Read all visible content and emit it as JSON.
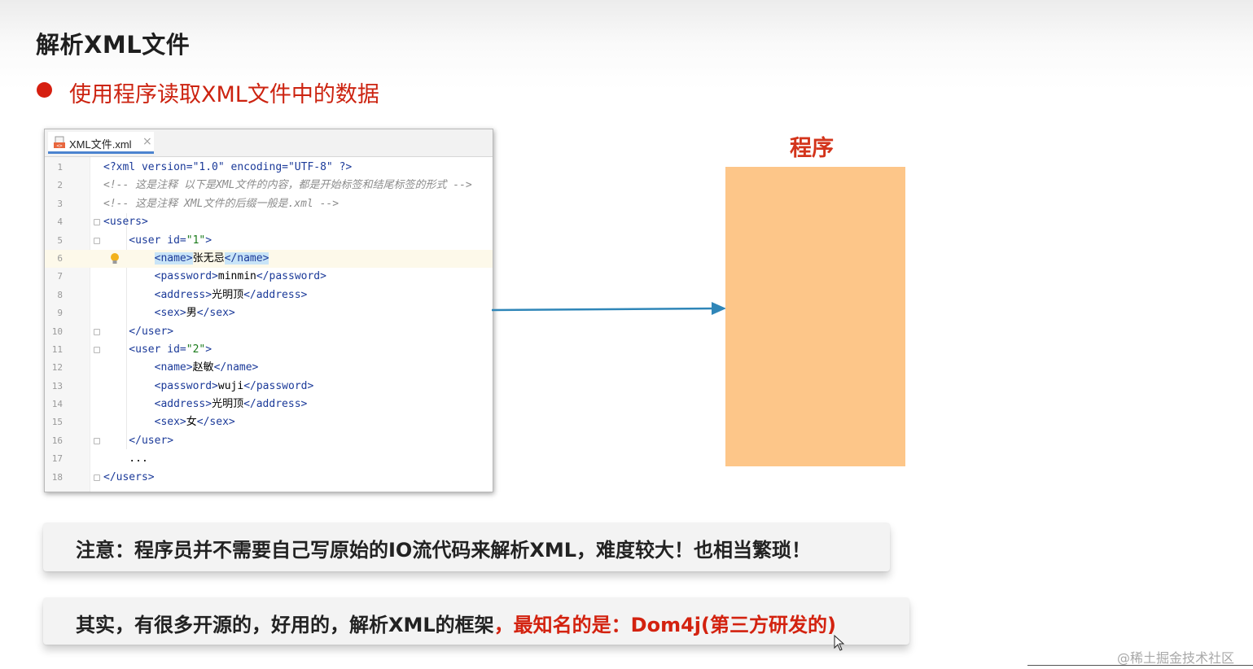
{
  "slide": {
    "title": "解析XML文件",
    "bullet": "使用程序读取XML文件中的数据",
    "program_label": "程序",
    "note1": "注意：程序员并不需要自己写原始的IO流代码来解析XML，难度较大！也相当繁琐！",
    "note2_black": "其实，有很多开源的，好用的，解析XML的框架",
    "note2_red": "，最知名的是：Dom4j(第三方研发的)",
    "watermark": "@稀土掘金技术社区"
  },
  "editor": {
    "tab_label": "XML文件.xml",
    "close_glyph": "×",
    "lines": [
      {
        "n": "1",
        "parts": [
          {
            "c": "c-pi",
            "t": "<?xml version=\"1.0\" encoding=\"UTF-8\" ?>"
          }
        ]
      },
      {
        "n": "2",
        "parts": [
          {
            "c": "c-com",
            "t": "<!-- 这是注释 以下是XML文件的内容，都是开始标签和结尾标签的形式 -->"
          }
        ]
      },
      {
        "n": "3",
        "parts": [
          {
            "c": "c-com",
            "t": "<!-- 这是注释 XML文件的后缀一般是.xml -->"
          }
        ]
      },
      {
        "n": "4",
        "parts": [
          {
            "c": "c-tag",
            "t": "<users>"
          }
        ]
      },
      {
        "n": "5",
        "parts": [
          {
            "c": "c-tag",
            "t": "    <user "
          },
          {
            "c": "c-attr",
            "t": "id="
          },
          {
            "c": "c-val",
            "t": "\"1\""
          },
          {
            "c": "c-tag",
            "t": ">"
          }
        ]
      },
      {
        "n": "6",
        "parts": [
          {
            "c": "c-text",
            "t": "        "
          },
          {
            "c": "c-name",
            "t": "<name>"
          },
          {
            "c": "c-text",
            "t": "张无忌"
          },
          {
            "c": "c-name",
            "t": "</name>"
          }
        ]
      },
      {
        "n": "7",
        "parts": [
          {
            "c": "c-tag",
            "t": "        <password>"
          },
          {
            "c": "c-text",
            "t": "minmin"
          },
          {
            "c": "c-tag",
            "t": "</password>"
          }
        ]
      },
      {
        "n": "8",
        "parts": [
          {
            "c": "c-tag",
            "t": "        <address>"
          },
          {
            "c": "c-text",
            "t": "光明顶"
          },
          {
            "c": "c-tag",
            "t": "</address>"
          }
        ]
      },
      {
        "n": "9",
        "parts": [
          {
            "c": "c-tag",
            "t": "        <sex>"
          },
          {
            "c": "c-text",
            "t": "男"
          },
          {
            "c": "c-tag",
            "t": "</sex>"
          }
        ]
      },
      {
        "n": "10",
        "parts": [
          {
            "c": "c-tag",
            "t": "    </user>"
          }
        ]
      },
      {
        "n": "11",
        "parts": [
          {
            "c": "c-tag",
            "t": "    <user "
          },
          {
            "c": "c-attr",
            "t": "id="
          },
          {
            "c": "c-val",
            "t": "\"2\""
          },
          {
            "c": "c-tag",
            "t": ">"
          }
        ]
      },
      {
        "n": "12",
        "parts": [
          {
            "c": "c-tag",
            "t": "        <name>"
          },
          {
            "c": "c-text",
            "t": "赵敏"
          },
          {
            "c": "c-tag",
            "t": "</name>"
          }
        ]
      },
      {
        "n": "13",
        "parts": [
          {
            "c": "c-tag",
            "t": "        <password>"
          },
          {
            "c": "c-text",
            "t": "wuji"
          },
          {
            "c": "c-tag",
            "t": "</password>"
          }
        ]
      },
      {
        "n": "14",
        "parts": [
          {
            "c": "c-tag",
            "t": "        <address>"
          },
          {
            "c": "c-text",
            "t": "光明顶"
          },
          {
            "c": "c-tag",
            "t": "</address>"
          }
        ]
      },
      {
        "n": "15",
        "parts": [
          {
            "c": "c-tag",
            "t": "        <sex>"
          },
          {
            "c": "c-text",
            "t": "女"
          },
          {
            "c": "c-tag",
            "t": "</sex>"
          }
        ]
      },
      {
        "n": "16",
        "parts": [
          {
            "c": "c-tag",
            "t": "    </user>"
          }
        ]
      },
      {
        "n": "17",
        "parts": [
          {
            "c": "c-text",
            "t": "    ..."
          }
        ]
      },
      {
        "n": "18",
        "parts": [
          {
            "c": "c-tag",
            "t": "</users>"
          }
        ]
      }
    ],
    "fold_marker_lines": [
      "4",
      "5",
      "10",
      "11",
      "16",
      "18"
    ],
    "highlighted_line": "6",
    "icon_names": {
      "file": "xml-file-icon",
      "bulb": "lightbulb-icon"
    }
  },
  "colors": {
    "bullet": "#d61f10",
    "program_box": "#fdc689",
    "arrow": "#2f86b8",
    "accent_red": "#d3220f"
  }
}
